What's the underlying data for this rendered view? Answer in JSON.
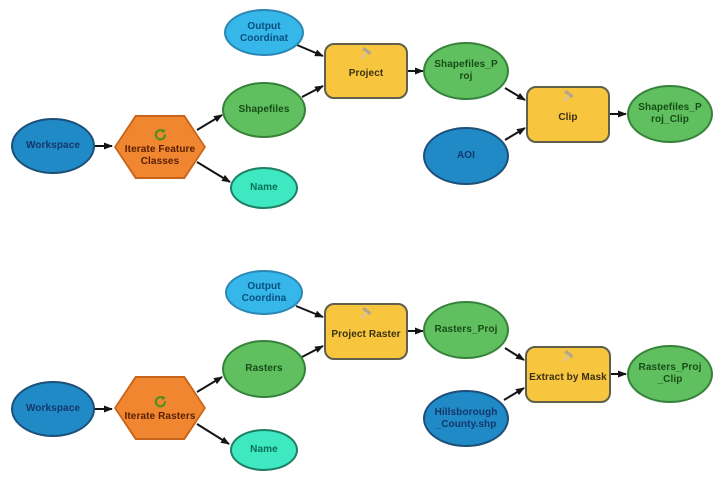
{
  "app": "ModelBuilder workflow diagram",
  "colors": {
    "blue_fill": "#1f8ac6",
    "blue_border": "#1d4f79",
    "blue_text": "#14366b",
    "cyan_fill": "#35b7e9",
    "cyan_border": "#2c86b4",
    "cyan_text": "#0a4f7e",
    "green_fill": "#60bf5e",
    "green_border": "#37823b",
    "green_text": "#174d18",
    "teal_fill": "#3ee8c0",
    "teal_border": "#1e7e66",
    "teal_text": "#096e57",
    "hex_fill": "#f0862f",
    "hex_border": "#c8651b",
    "hex_text": "#571f04",
    "tool_fill": "#f8c63e",
    "tool_border": "#60604a",
    "tool_text": "#3a3012",
    "connector": "#141414"
  },
  "icons": {
    "tool_badge": "hammer-icon",
    "iterator_badge": "circular-arrow-loop-icon"
  },
  "nodes": {
    "workspace_top": {
      "label": "Workspace",
      "type": "input-variable"
    },
    "iterate_feature_classes": {
      "label": "Iterate Feature\nClasses",
      "type": "iterator"
    },
    "output_coordinat": {
      "label": "Output\nCoordinat",
      "type": "value-variable"
    },
    "shapefiles": {
      "label": "Shapefiles",
      "type": "derived-data"
    },
    "name_top": {
      "label": "Name",
      "type": "derived-value"
    },
    "project": {
      "label": "Project",
      "type": "tool"
    },
    "shapefiles_proj": {
      "label": "Shapefiles_P\nroj",
      "type": "derived-data"
    },
    "clip": {
      "label": "Clip",
      "type": "tool"
    },
    "aoi": {
      "label": "AOI",
      "type": "input-variable"
    },
    "shapefiles_proj_clip": {
      "label": "Shapefiles_P\nroj_Clip",
      "type": "derived-data"
    },
    "workspace_bottom": {
      "label": "Workspace",
      "type": "input-variable"
    },
    "iterate_rasters": {
      "label": "Iterate Rasters",
      "type": "iterator"
    },
    "output_coordina": {
      "label": "Output\nCoordina",
      "type": "value-variable"
    },
    "rasters": {
      "label": "Rasters",
      "type": "derived-data"
    },
    "name_bottom": {
      "label": "Name",
      "type": "derived-value"
    },
    "project_raster": {
      "label": "Project Raster",
      "type": "tool"
    },
    "rasters_proj": {
      "label": "Rasters_Proj",
      "type": "derived-data"
    },
    "extract_by_mask": {
      "label": "Extract by Mask",
      "type": "tool"
    },
    "hillsborough_county": {
      "label": "Hillsborough\n_County.shp",
      "type": "input-variable"
    },
    "rasters_proj_clip": {
      "label": "Rasters_Proj\n_Clip",
      "type": "derived-data"
    }
  },
  "edges": [
    {
      "from": "workspace_top",
      "to": "iterate_feature_classes"
    },
    {
      "from": "iterate_feature_classes",
      "to": "shapefiles"
    },
    {
      "from": "iterate_feature_classes",
      "to": "name_top"
    },
    {
      "from": "output_coordinat",
      "to": "project"
    },
    {
      "from": "shapefiles",
      "to": "project"
    },
    {
      "from": "project",
      "to": "shapefiles_proj"
    },
    {
      "from": "shapefiles_proj",
      "to": "clip"
    },
    {
      "from": "aoi",
      "to": "clip"
    },
    {
      "from": "clip",
      "to": "shapefiles_proj_clip"
    },
    {
      "from": "workspace_bottom",
      "to": "iterate_rasters"
    },
    {
      "from": "iterate_rasters",
      "to": "rasters"
    },
    {
      "from": "iterate_rasters",
      "to": "name_bottom"
    },
    {
      "from": "output_coordina",
      "to": "project_raster"
    },
    {
      "from": "rasters",
      "to": "project_raster"
    },
    {
      "from": "project_raster",
      "to": "rasters_proj"
    },
    {
      "from": "rasters_proj",
      "to": "extract_by_mask"
    },
    {
      "from": "hillsborough_county",
      "to": "extract_by_mask"
    },
    {
      "from": "extract_by_mask",
      "to": "rasters_proj_clip"
    }
  ]
}
